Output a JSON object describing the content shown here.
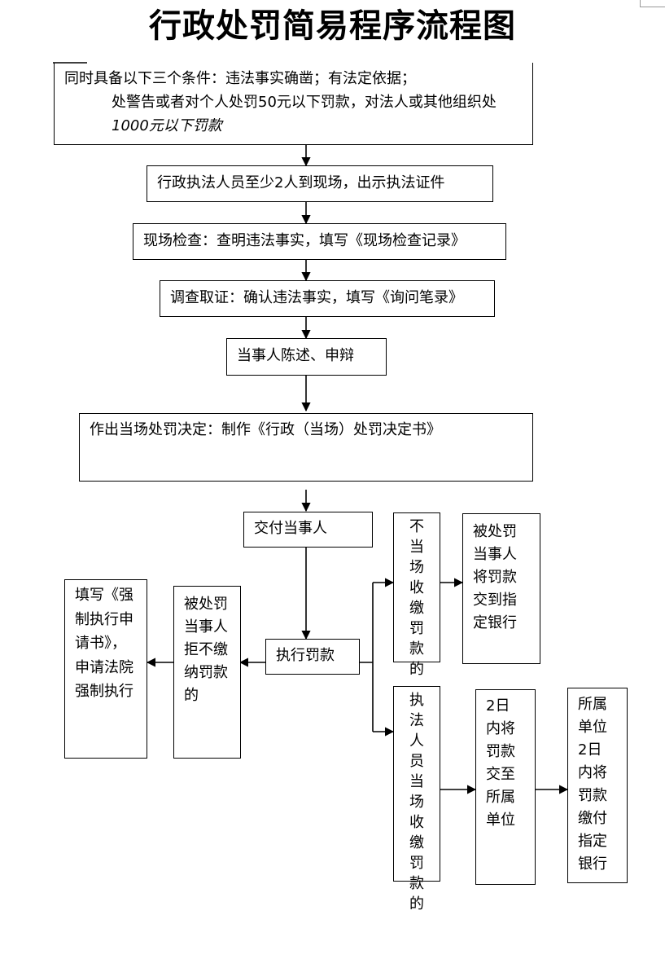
{
  "title": "行政处罚简易程序流程图",
  "nodes": {
    "conditions": {
      "line1": "同时具备以下三个条件：违法事实确凿；有法定依据；",
      "line2": "处警告或者对个人处罚50元以下罚款，对法人或其他组织处",
      "line3": "1000元以下罚款"
    },
    "arrive": "行政执法人员至少2人到现场，出示执法证件",
    "inspect": "现场检查：查明违法事实，填写《现场检查记录》",
    "investigate": "调查取证：确认违法事实，填写《询问笔录》",
    "statement": "当事人陈述、申辩",
    "decision": "作出当场处罚决定：制作《行政（当场）处罚决定书》",
    "deliver": "交付当事人",
    "execute": "执行罚款",
    "refuse": "被处罚当事人拒不缴纳罚款的",
    "enforce": "填写《强制执行申请书》，申请法院强制执行",
    "not_collect": "不当场收缴罚款的",
    "pay_bank": "被处罚当事人将罚款交到指定银行",
    "collect": "执法人员当场收缴罚款的",
    "two_days_unit": "2日内将罚款交至所属单位",
    "unit_pay": "所属单位2日内将罚款缴付指定银行"
  }
}
